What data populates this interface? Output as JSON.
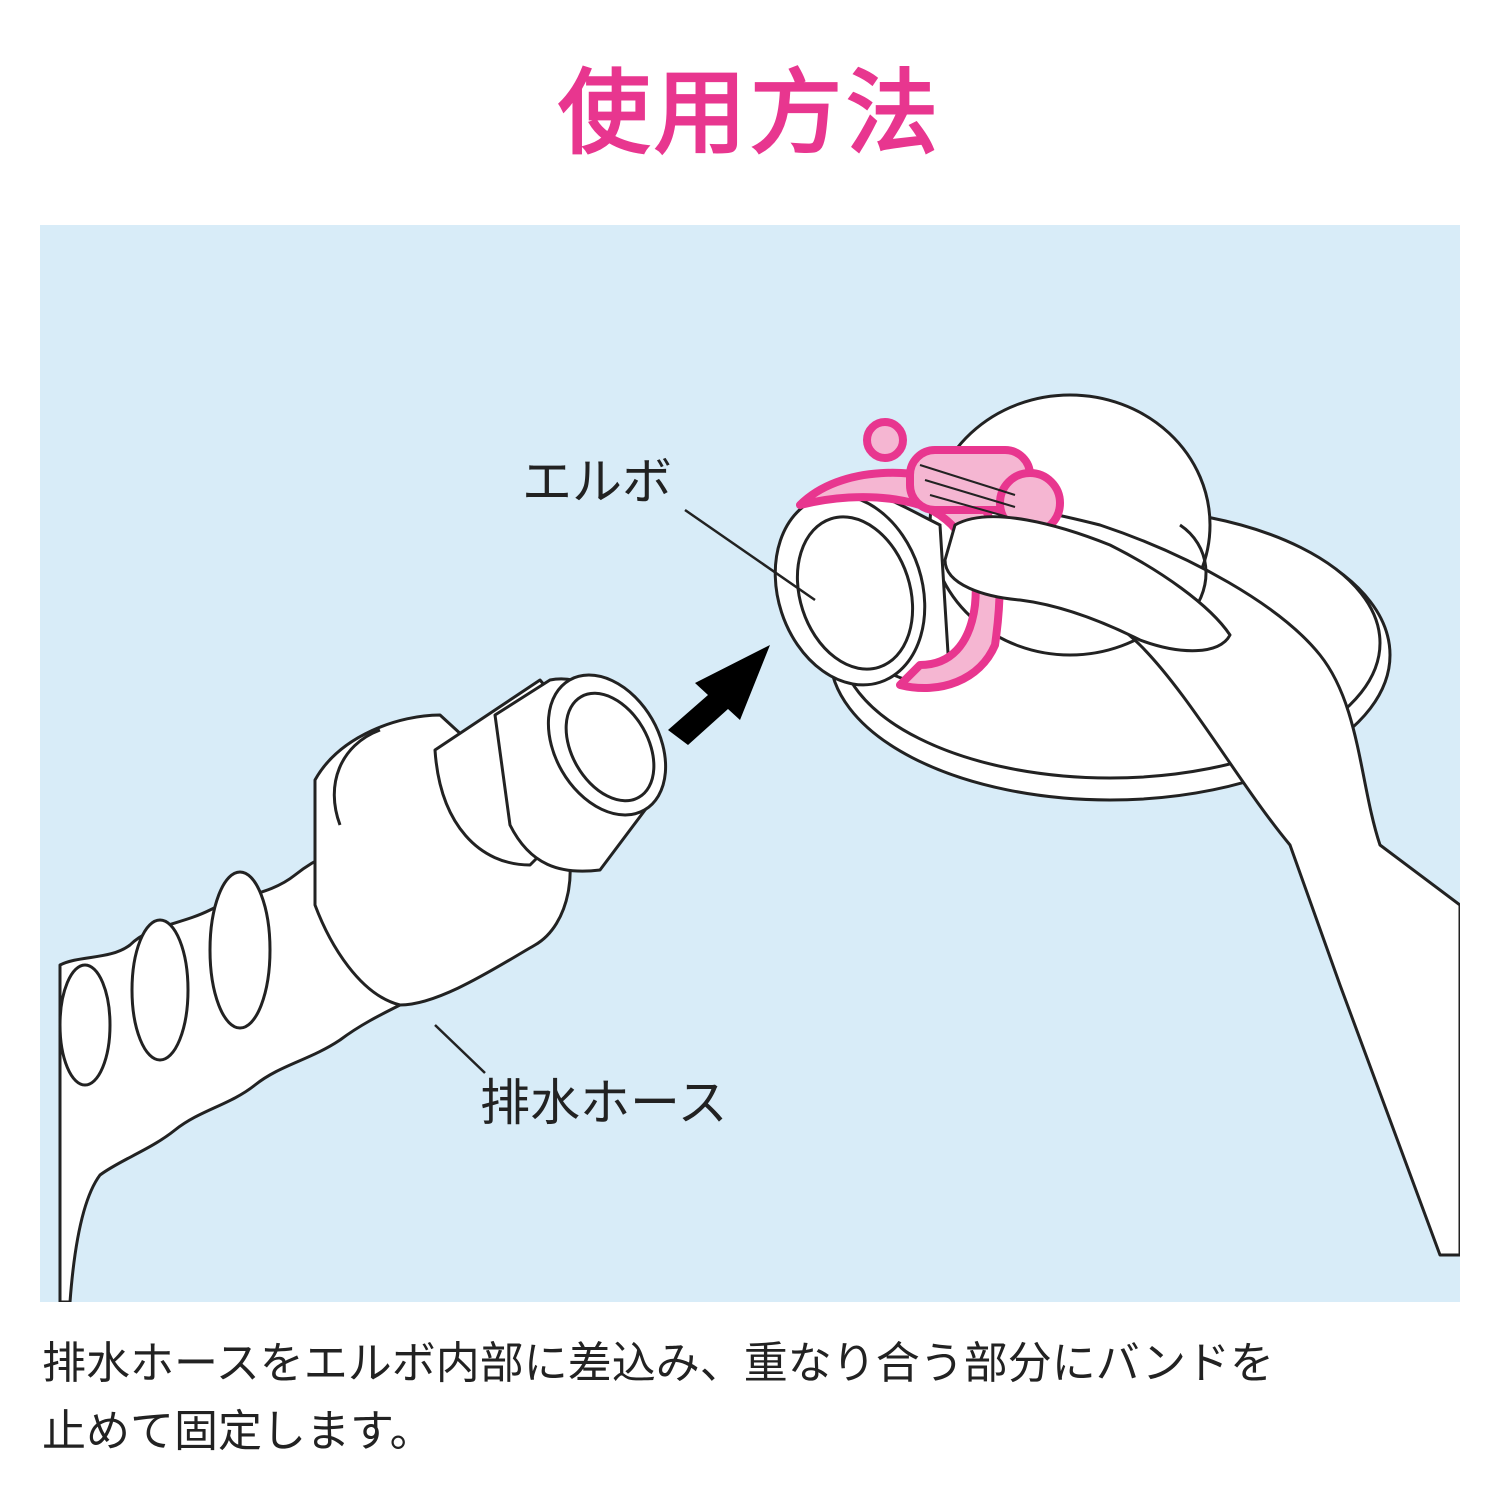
{
  "title": "使用方法",
  "labels": {
    "elbow": "エルボ",
    "drain_hose": "排水ホース"
  },
  "caption": {
    "line1": "排水ホースをエルボ内部に差込み、重なり合う部分にバンドを",
    "line2": "止めて固定します。"
  },
  "colors": {
    "title": "#e8368f",
    "panel_bg": "#d8ecf8",
    "line": "#222222",
    "band_outline": "#e8368f",
    "band_fill": "#f5b6d2",
    "white": "#ffffff"
  }
}
